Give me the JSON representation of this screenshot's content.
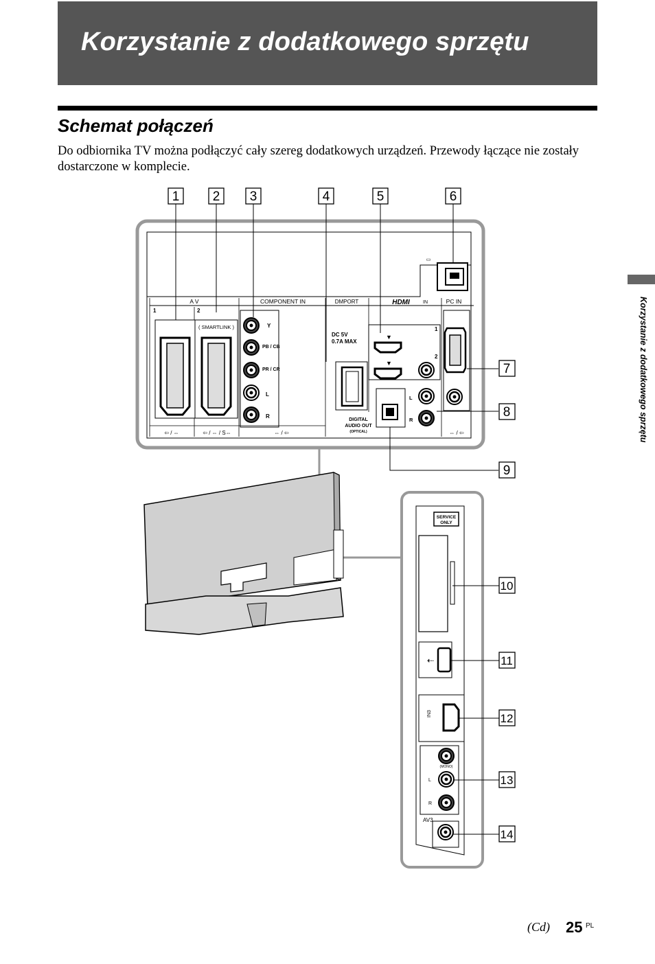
{
  "page": {
    "title": "Korzystanie z dodatkowego sprzętu",
    "section_title": "Schemat połączeń",
    "intro": "Do odbiornika TV można podłączyć cały szereg dodatkowych urządzeń. Przewody łączące nie zostały dostarczone w komplecie.",
    "side_tab_text": "Korzystanie z dodatkowego sprzętu",
    "footer_cd": "(Cd)",
    "page_number": "25",
    "page_lang": "PL"
  },
  "callouts": {
    "c1": "1",
    "c2": "2",
    "c3": "3",
    "c4": "4",
    "c5": "5",
    "c6": "6",
    "c7": "7",
    "c8": "8",
    "c9": "9",
    "c10": "10",
    "c11": "11",
    "c12": "12",
    "c13": "13",
    "c14": "14"
  },
  "rear_panel": {
    "av": "A V",
    "av1": "1",
    "av2": "2",
    "smartlink": "( SMARTLINK )",
    "component_in": "COMPONENT  IN",
    "y": "Y",
    "pb_cb": "PB / CB",
    "pr_cr": "PR / CR",
    "l": "L",
    "r": "R",
    "dmport": "DMPORT",
    "dc": "DC  5V",
    "ma": "0.7A MAX",
    "hdmi_logo": "HDMI",
    "hdmi_in": "IN",
    "hdmi1": "1",
    "hdmi2": "2",
    "pc_in": "PC IN",
    "digital": "DIGITAL",
    "audio_out": "AUDIO OUT",
    "optical": "(OPTICAL)"
  },
  "side_panel": {
    "service": "SERVICE",
    "only": "ONLY",
    "hdmi_in3": "IN3",
    "mono": "(MONO)",
    "l": "L",
    "r": "R",
    "av3": "AV3"
  }
}
